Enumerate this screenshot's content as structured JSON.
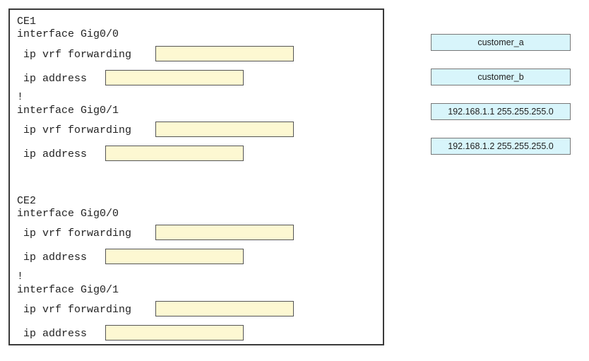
{
  "ce1": {
    "device": "CE1",
    "if1": "interface Gig0/0",
    "vrf_label": " ip vrf forwarding",
    "addr_label": " ip address",
    "sep": "!",
    "if2": "interface Gig0/1"
  },
  "ce2": {
    "device": "CE2",
    "if1": "interface Gig0/0",
    "vrf_label": " ip vrf forwarding",
    "addr_label": " ip address",
    "sep": "!",
    "if2": "interface Gig0/1"
  },
  "options": [
    "customer_a",
    "customer_b",
    "192.168.1.1 255.255.255.0",
    "192.168.1.2 255.255.255.0"
  ]
}
